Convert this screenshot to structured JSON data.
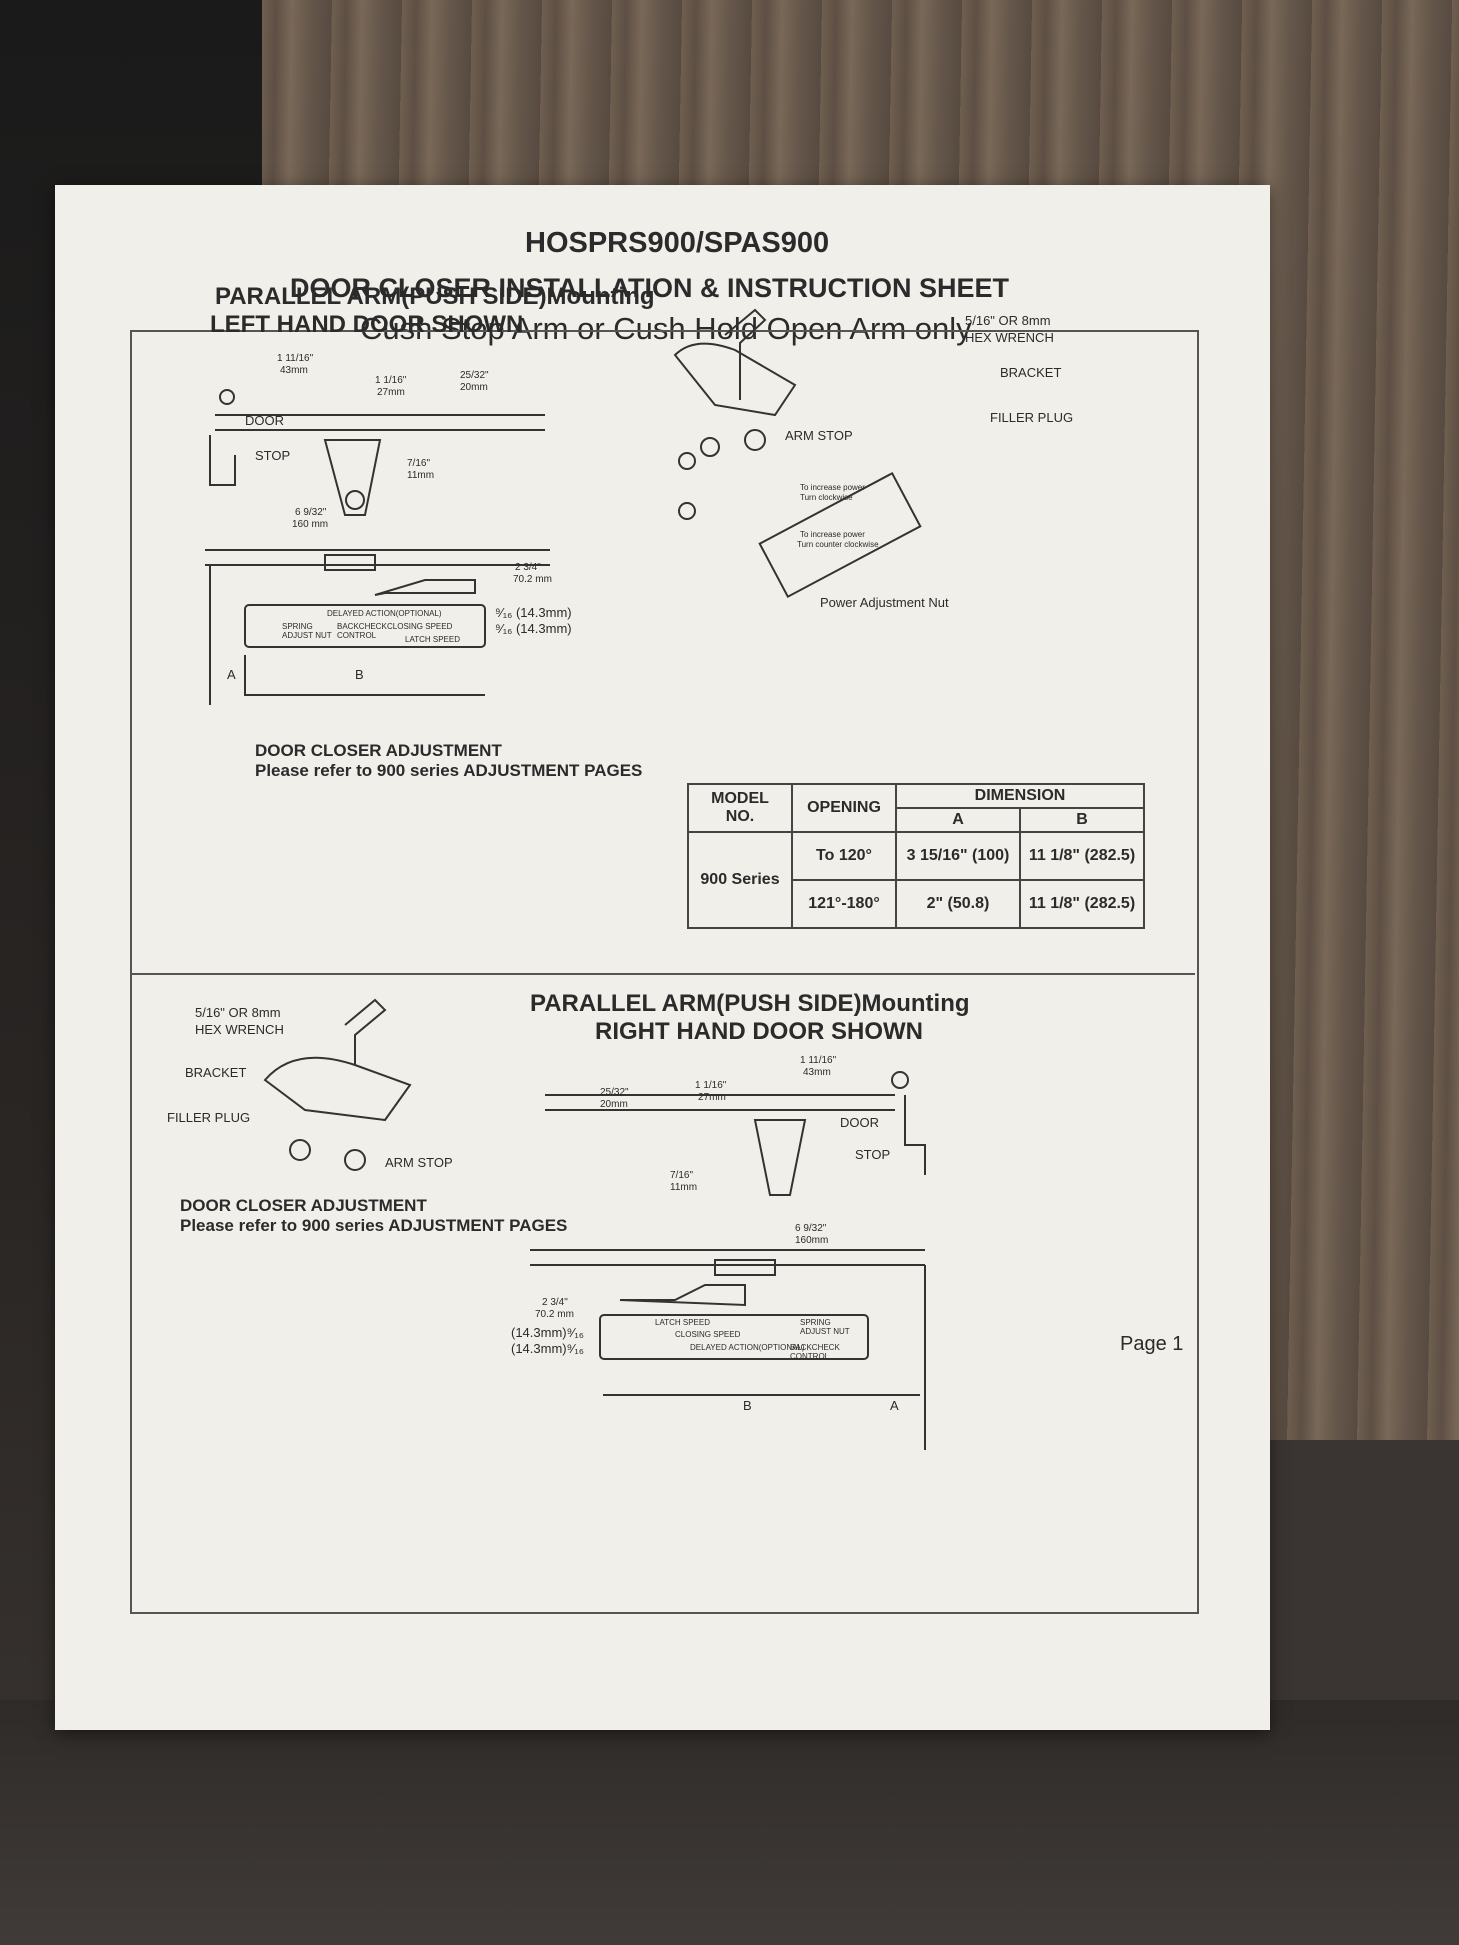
{
  "sheet": {
    "model": "HOSPRS900/SPAS900",
    "title": "DOOR CLOSER INSTALLATION & INSTRUCTION SHEET",
    "subtitle": "Cush Stop Arm or Cush Hold Open Arm only",
    "page": "Page 1"
  },
  "section_left": {
    "heading1": "PARALLEL ARM(PUSH SIDE)Mounting",
    "heading2": "LEFT HAND DOOR SHOWN",
    "dims": {
      "d1": "1 11/16\"",
      "d1mm": "43mm",
      "d2": "1 1/16\"",
      "d2mm": "27mm",
      "d3": "25/32\"",
      "d3mm": "20mm",
      "d4": "7/16\"",
      "d4mm": "11mm",
      "d5": "6 9/32\"",
      "d5mm": "160 mm",
      "d6": "2 3/4\"",
      "d6mm": "70.2 mm",
      "d7": "⁹⁄₁₆ (14.3mm)",
      "d8": "⁹⁄₁₆ (14.3mm)"
    },
    "labels": {
      "door": "DOOR",
      "stop": "STOP",
      "delayed": "DELAYED ACTION(OPTIONAL)",
      "spring": "SPRING ADJUST NUT",
      "backcheck": "BACKCHECK CONTROL",
      "closing": "CLOSING SPEED",
      "latch": "LATCH SPEED",
      "a": "A",
      "b": "B"
    },
    "adjust1": "DOOR CLOSER ADJUSTMENT",
    "adjust2": "Please refer to 900 series ADJUSTMENT PAGES"
  },
  "parts": {
    "wrench": "5/16\" OR 8mm",
    "wrench2": "HEX WRENCH",
    "bracket": "BRACKET",
    "filler": "FILLER PLUG",
    "armstop": "ARM STOP",
    "inc_cw1": "To increase power",
    "inc_cw2": "Turn clockwise",
    "inc_ccw1": "To increase power",
    "inc_ccw2": "Turn counter clockwise",
    "nut": "Power Adjustment Nut"
  },
  "table": {
    "h_model": "MODEL NO.",
    "h_opening": "OPENING",
    "h_dimension": "DIMENSION",
    "h_a": "A",
    "h_b": "B",
    "series": "900 Series",
    "rows": [
      {
        "opening": "To 120°",
        "a": "3 15/16\" (100)",
        "b": "11 1/8\" (282.5)"
      },
      {
        "opening": "121°-180°",
        "a": "2\" (50.8)",
        "b": "11 1/8\" (282.5)"
      }
    ]
  },
  "section_right": {
    "heading1": "PARALLEL ARM(PUSH SIDE)Mounting",
    "heading2": "RIGHT HAND DOOR SHOWN",
    "wrench": "5/16\" OR 8mm",
    "wrench2": "HEX WRENCH",
    "bracket": "BRACKET",
    "filler": "FILLER PLUG",
    "armstop": "ARM STOP",
    "adjust1": "DOOR CLOSER ADJUSTMENT",
    "adjust2": "Please refer to 900 series ADJUSTMENT PAGES",
    "dims": {
      "d1": "1 11/16\"",
      "d1mm": "43mm",
      "d2": "1 1/16\"",
      "d2mm": "27mm",
      "d3": "25/32\"",
      "d3mm": "20mm",
      "d4": "7/16\"",
      "d4mm": "11mm",
      "d5": "6 9/32\"",
      "d5mm": "160mm",
      "d6": "2 3/4\"",
      "d6mm": "70.2 mm",
      "d7": "(14.3mm)⁹⁄₁₆",
      "d8": "(14.3mm)⁹⁄₁₆"
    },
    "labels": {
      "door": "DOOR",
      "stop": "STOP",
      "latch": "LATCH SPEED",
      "closing": "CLOSING SPEED",
      "delayed": "DELAYED ACTION(OPTIONAL)",
      "backcheck": "BACKCHECK CONTROL",
      "spring": "SPRING ADJUST NUT",
      "a": "A",
      "b": "B"
    }
  }
}
